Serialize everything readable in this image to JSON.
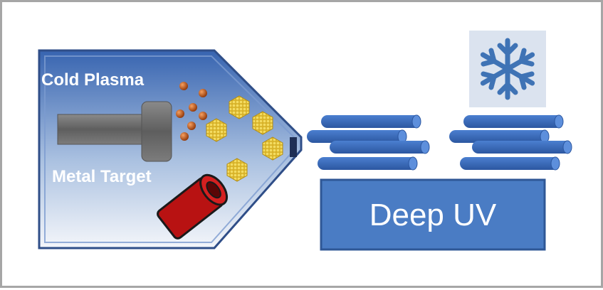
{
  "labels": {
    "cold_plasma": "Cold Plasma",
    "metal_target": "Metal Target",
    "deep_uv": "Deep UV"
  },
  "icons": {
    "cooling": "snowflake-icon"
  },
  "colors": {
    "chamber_top": "#3a66b2",
    "chamber_bottom": "#f2f4f8",
    "chamber_border": "#2f4e88",
    "rod": "#3a6cbe",
    "uv_block": "#4a7cc4",
    "snowflake": "#3f73b5",
    "snowflake_bg": "#dbe3ef",
    "target": "#7a7a7a",
    "particle": "#c8560f",
    "cluster": "#e3c33a",
    "tube": "#c01515"
  }
}
